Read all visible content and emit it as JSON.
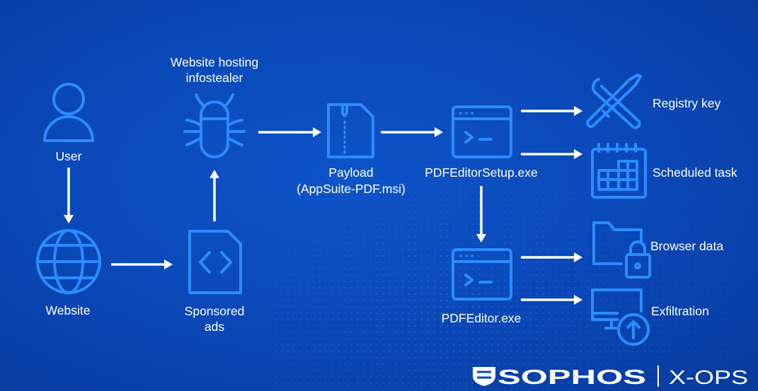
{
  "nodes": {
    "user": "User",
    "website": "Website",
    "sponsored_ads": [
      "Sponsored",
      "ads"
    ],
    "infostealer_site": [
      "Website hosting",
      "infostealer"
    ],
    "payload": [
      "Payload",
      "(AppSuite-PDF.msi)"
    ],
    "setup_exe": "PDFEditorSetup.exe",
    "editor_exe": "PDFEditor.exe",
    "registry_key": "Registry key",
    "scheduled_task": "Scheduled task",
    "browser_data": "Browser data",
    "exfiltration": "Exfiltration"
  },
  "branding": {
    "brand": "SOPHOS",
    "sub": "X-OPS"
  },
  "colors": {
    "background": "#0a48b8",
    "icon": "#2b8cff",
    "arrow": "#ffffff"
  }
}
